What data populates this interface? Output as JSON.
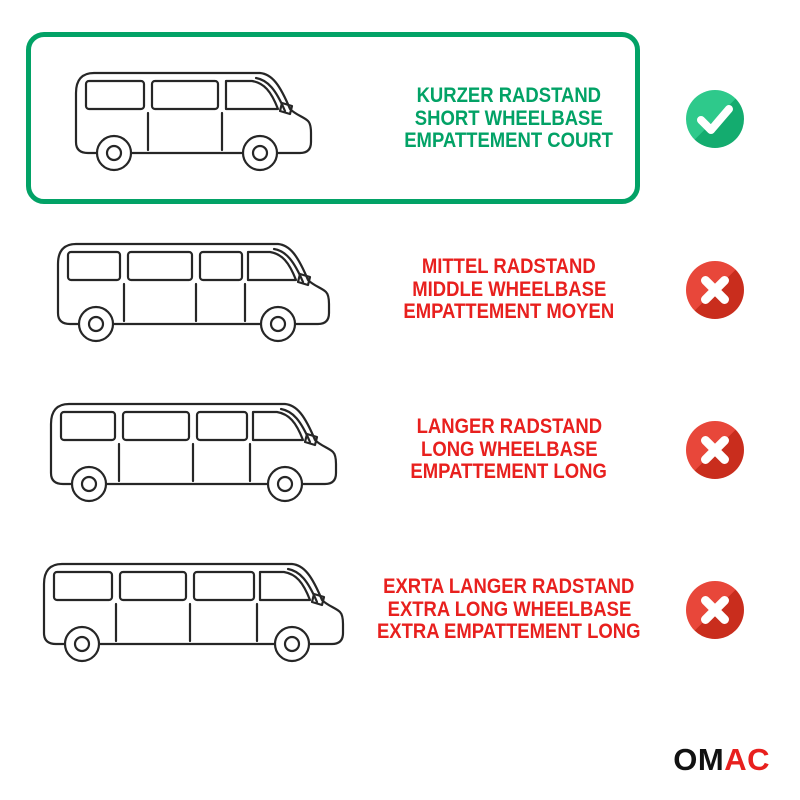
{
  "rows": [
    {
      "van": "short",
      "lines": [
        "KURZER RADSTAND",
        "SHORT WHEELBASE",
        "EMPATTEMENT COURT"
      ],
      "status": "included",
      "icon": "check-icon"
    },
    {
      "van": "middle",
      "lines": [
        "MITTEL RADSTAND",
        "MIDDLE WHEELBASE",
        "EMPATTEMENT MOYEN"
      ],
      "status": "excluded",
      "icon": "cross-icon"
    },
    {
      "van": "long",
      "lines": [
        "LANGER RADSTAND",
        "LONG WHEELBASE",
        "EMPATTEMENT LONG"
      ],
      "status": "excluded",
      "icon": "cross-icon"
    },
    {
      "van": "extra-long",
      "lines": [
        "EXRTA LANGER RADSTAND",
        "EXTRA LONG WHEELBASE",
        "EXTRA EMPATTEMENT LONG"
      ],
      "status": "excluded",
      "icon": "cross-icon"
    }
  ],
  "logo": {
    "black": "OM",
    "red": "AC"
  },
  "colors": {
    "text_green": "#02a266",
    "text_red": "#e8201e",
    "frame_green": "#02a266",
    "check_light": "#2ec98b",
    "check_dark": "#14ac6f",
    "cross_light": "#e8473a",
    "cross_dark": "#c92d1d"
  }
}
